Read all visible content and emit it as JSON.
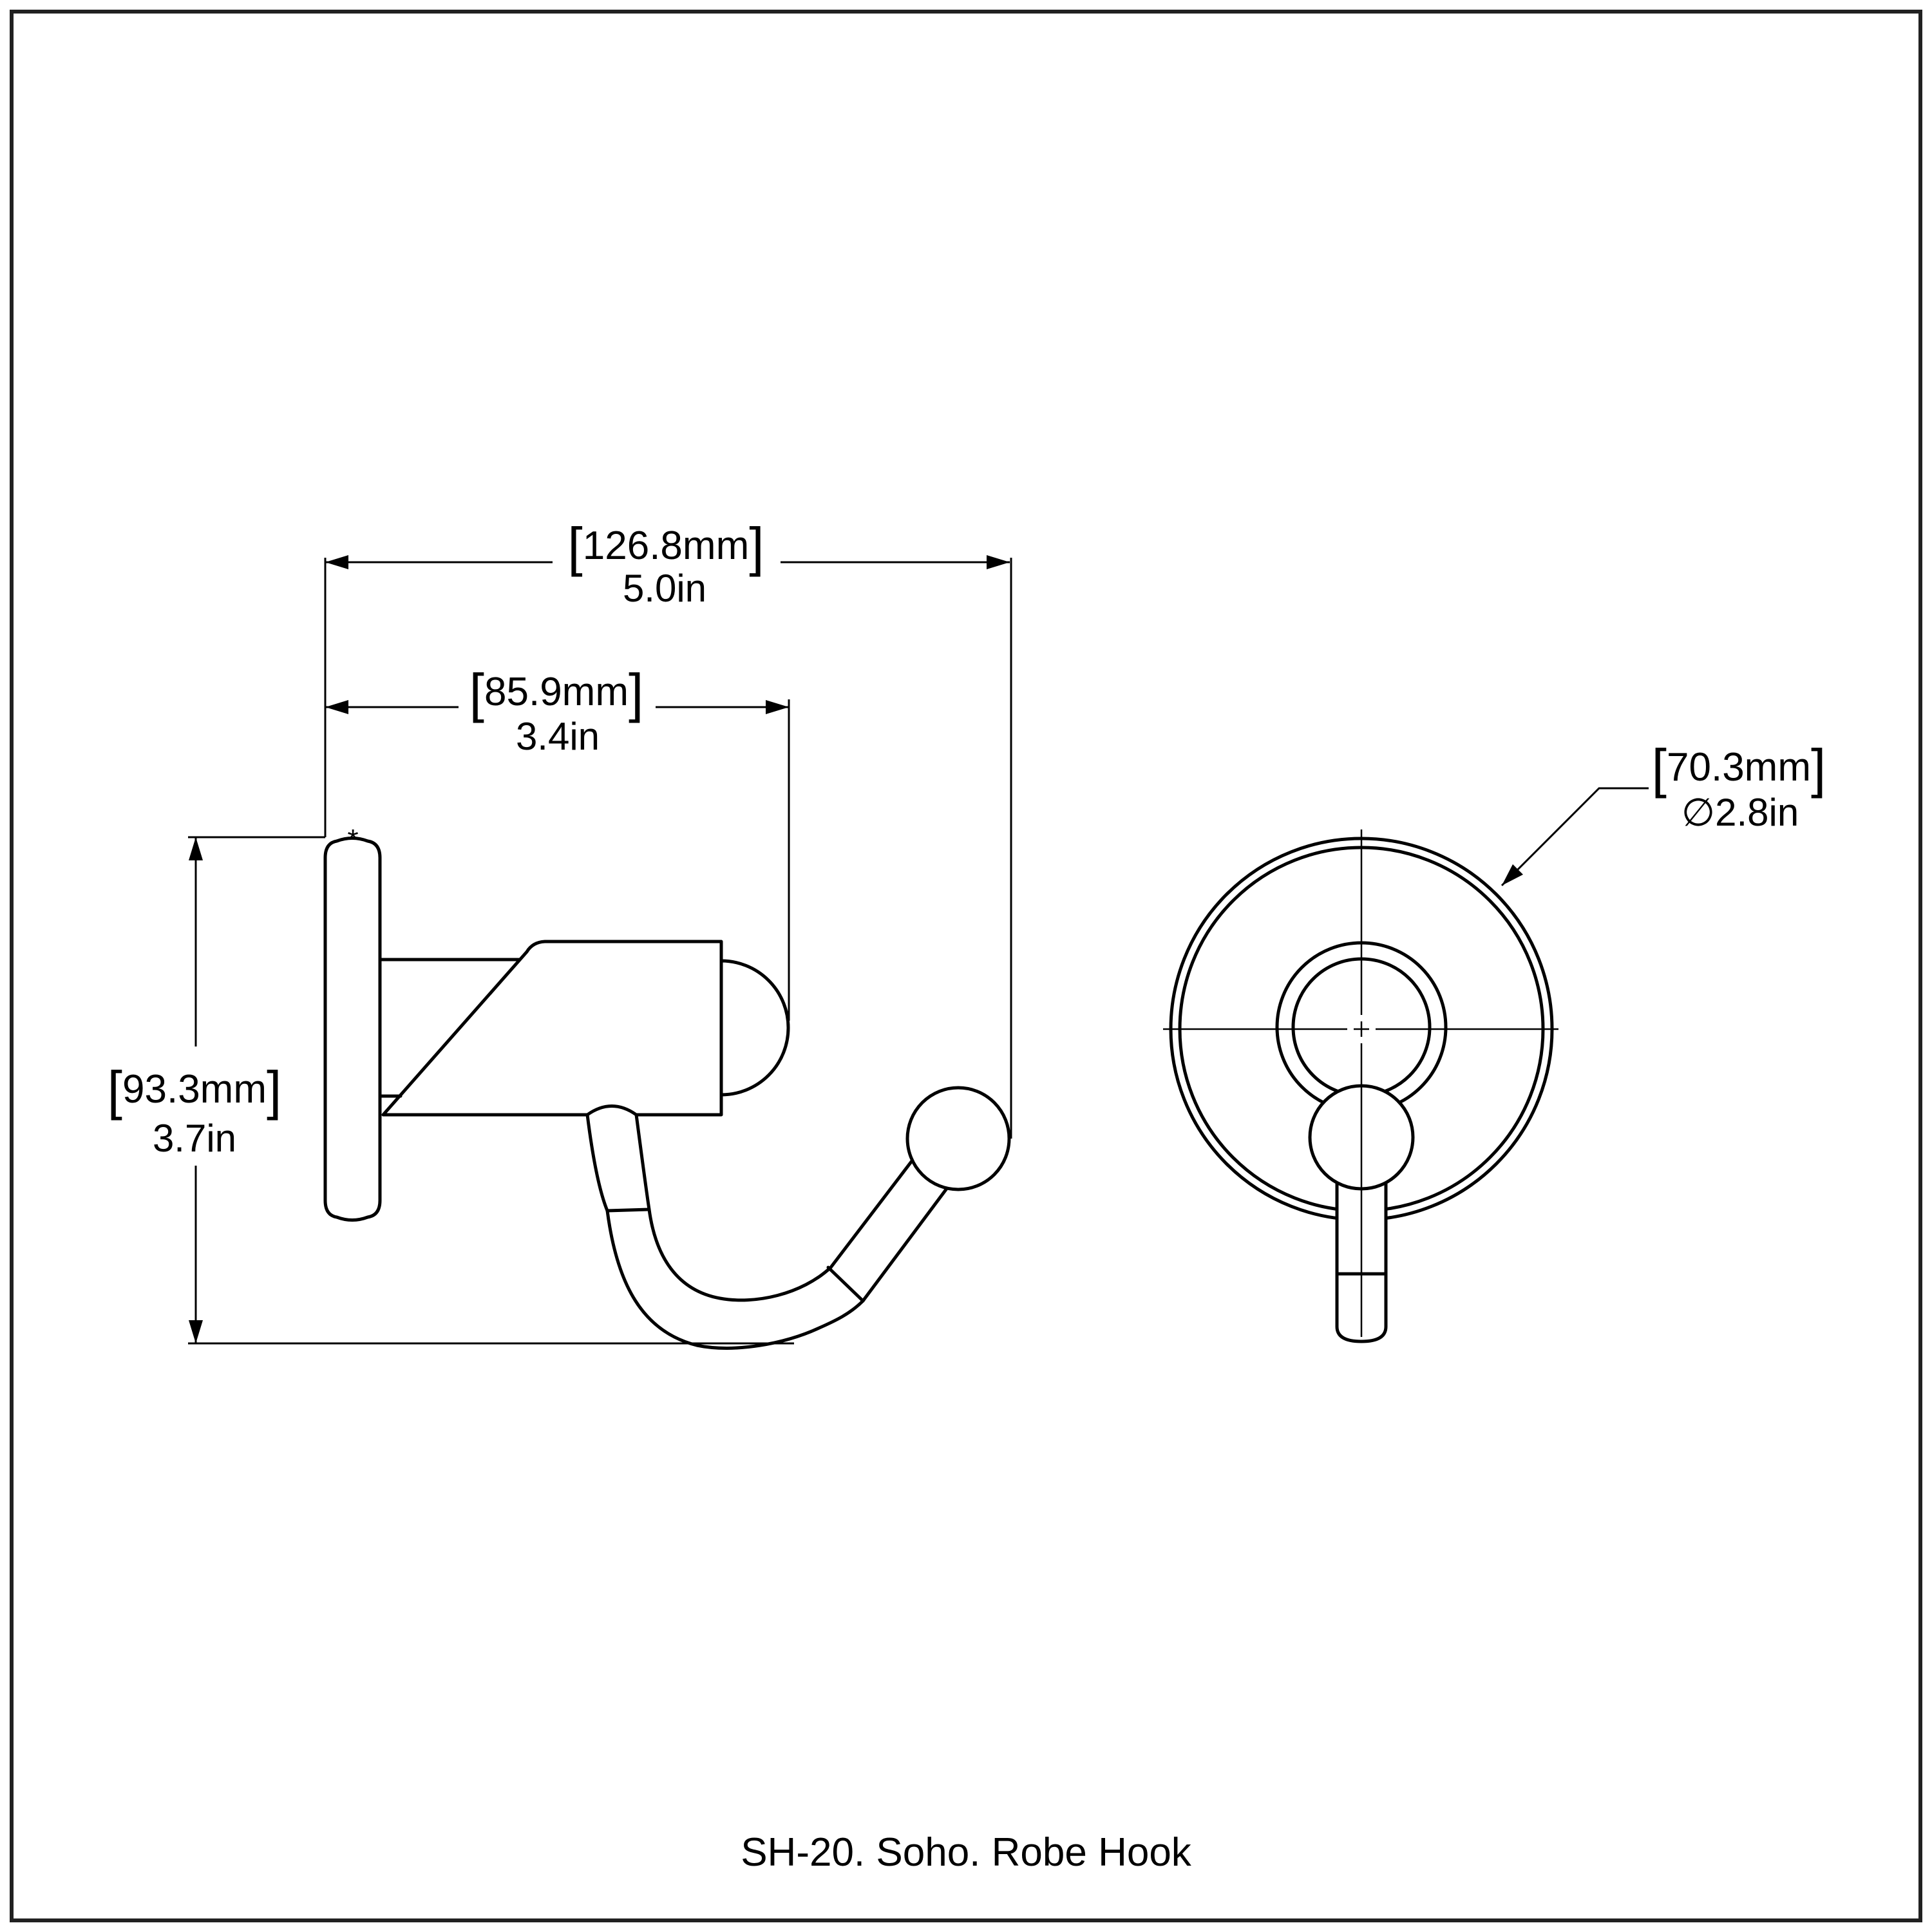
{
  "page": {
    "background": "#ffffff",
    "line_color": "#000000",
    "border_color": "#212121"
  },
  "caption": "SH-20. Soho. Robe Hook",
  "side_view": {
    "plate_marker": "*",
    "width_dim": {
      "open": "[",
      "metric": "126.8mm",
      "close": "]",
      "imperial": "5.0in"
    },
    "projection_dim": {
      "open": "[",
      "metric": "85.9mm",
      "close": "]",
      "imperial": "3.4in"
    },
    "height_dim": {
      "open": "[",
      "metric": "93.3mm",
      "close": "]",
      "imperial": "3.7in"
    }
  },
  "front_view": {
    "diameter_dim": {
      "open": "[",
      "metric": "70.3mm",
      "close": "]",
      "imperial": "∅2.8in"
    }
  }
}
